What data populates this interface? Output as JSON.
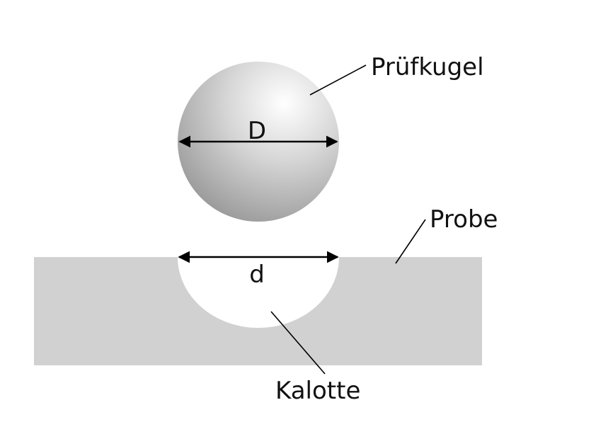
{
  "diagram": {
    "labels": {
      "ball": "Prüfkugel",
      "sample": "Probe",
      "calotte": "Kalotte",
      "ball_diameter": "D",
      "calotte_diameter": "d"
    },
    "colors": {
      "sample_fill": "#d1d1d1",
      "calotte_fill": "#ffffff",
      "ball_highlight": "#ffffff",
      "ball_shadow": "#9a9a9a",
      "line": "#000000"
    }
  }
}
